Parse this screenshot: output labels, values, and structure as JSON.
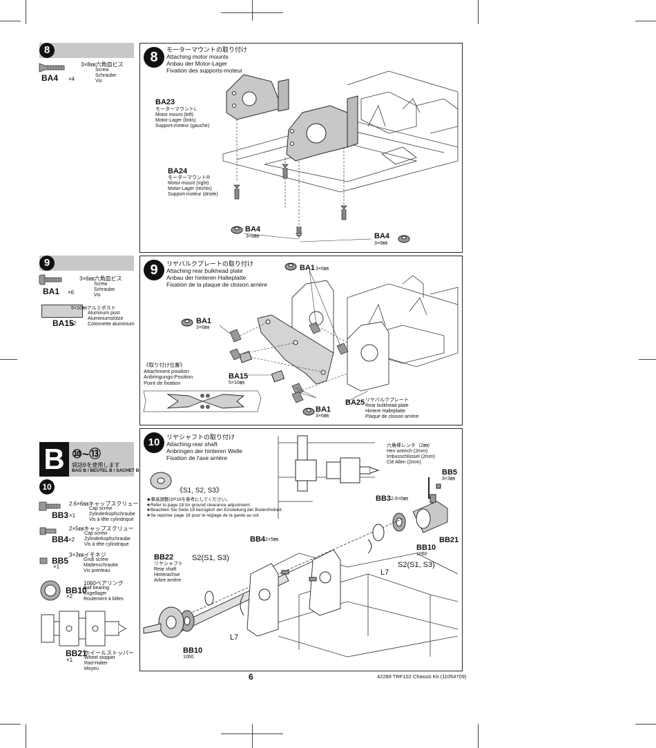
{
  "page_number": "6",
  "footer": "42289  TRF102 Chassis Kit  (11054709)",
  "step8": {
    "number": "8",
    "part_code": "BA4",
    "part_qty": "×4",
    "part_size_jp": "3×8㎜六角皿ビス",
    "part_names": [
      "Screw",
      "Schraube",
      "Vis"
    ],
    "title_jp": "モーターマウントの取り付け",
    "title_lines": [
      "Attaching motor mounts",
      "Anbau der Motor-Lager",
      "Fixation des supports-moteur"
    ],
    "ba23": {
      "code": "BA23",
      "jp": "モーターマウントL",
      "lines": [
        "Motor mount (left)",
        "Motor-Lager (links)",
        "Support-moteur (gauche)"
      ]
    },
    "ba24": {
      "code": "BA24",
      "jp": "モーターマウントR",
      "lines": [
        "Motor mount (right)",
        "Motor-Lager (rechts)",
        "Support-moteur (droite)"
      ]
    },
    "callouts": [
      {
        "code": "BA4",
        "size": "3×8㎜"
      },
      {
        "code": "BA4",
        "size": "3×8㎜"
      }
    ]
  },
  "step9": {
    "number": "9",
    "part1_code": "BA1",
    "part1_qty": "×6",
    "part1_size_jp": "3×6㎜六角皿ビス",
    "part1_names": [
      "Screw",
      "Schraube",
      "Vis"
    ],
    "part2_code": "BA15",
    "part2_qty": "×2",
    "part2_size_jp": "5×10㎜アルミポスト",
    "part2_names": [
      "Aluminum post",
      "Aluminiumstütze",
      "Colonnette aluminium"
    ],
    "title_jp": "リヤバルクプレートの取り付け",
    "title_lines": [
      "Attaching rear bulkhead plate",
      "Anbau der hinteren Halteplatte",
      "Fixation de la plaque de cloison arrière"
    ],
    "attach_jp": "《取り付け位置》",
    "attach_lines": [
      "Attachment position",
      "Anbringungs-Position",
      "Point de fixation"
    ],
    "callout_ba1_top": {
      "code": "BA1",
      "size": "3×6㎜"
    },
    "callout_ba1_left": {
      "code": "BA1",
      "size": "3×6㎜"
    },
    "callout_ba15": {
      "code": "BA15",
      "size": "5×10㎜"
    },
    "callout_ba1_bottom": {
      "code": "BA1",
      "size": "3×6㎜"
    },
    "ba25": {
      "code": "BA25",
      "jp": "リヤバルクプレート",
      "lines": [
        "Rear bulkhead plate",
        "Hintere Halteplatte",
        "Plaque de cloison arrière"
      ]
    }
  },
  "bag_b": {
    "letter": "B",
    "steps": "⑩~⑬",
    "jp": "袋詰Bを使用します",
    "en": "BAG B / BEUTEL B / SACHET B"
  },
  "step10": {
    "number": "10",
    "title_jp": "リヤシャフトの取り付け",
    "title_lines": [
      "Attaching rear shaft",
      "Anbringen der hinteren Welle",
      "Fixation de l'axe arrière"
    ],
    "parts": [
      {
        "code": "BB3",
        "qty": "×1",
        "jp": "2.6×6㎜キャップスクリュー",
        "names": [
          "Cap screw",
          "Zylinderkopfschraube",
          "Vis à tête cylindrique"
        ]
      },
      {
        "code": "BB4",
        "qty": "×2",
        "jp": "2×5㎜キャップスクリュー",
        "names": [
          "Cap screw",
          "Zylinderkopfschraube",
          "Vis à tête cylindrique"
        ]
      },
      {
        "code": "BB5",
        "qty": "×1",
        "jp": "3×3㎜イモネジ",
        "names": [
          "Grub screw",
          "Madenschraube",
          "Vis pointeau"
        ]
      },
      {
        "code": "BB10",
        "qty": "×2",
        "jp": "1060ベアリング",
        "names": [
          "Ball bearing",
          "Kugellager",
          "Roulement à billes"
        ]
      },
      {
        "code": "BB21",
        "qty": "×1",
        "jp": "ホイールストッパー",
        "names": [
          "Wheel stopper",
          "Rad-Halter",
          "Moyeu"
        ]
      }
    ],
    "spacer_label": "《S1, S2, S3》",
    "notes": [
      "★車高調整はP18を参考にしてください。",
      "★Refer to page 18 for ground clearance adjustment.",
      "★Beachten Sie Seite 18 bezüglich der Einstellung der Bodenfreiheit.",
      "★Se reporter page 18 pour le réglage de la garde au sol."
    ],
    "wrench": {
      "jp": "六角棒レンチ（2㎜）",
      "lines": [
        "Hex wrench (2mm)",
        "Imbusschlüssel (2mm)",
        "Clé Allen (2mm)"
      ]
    },
    "callout_bb5": {
      "code": "BB5",
      "size": "3×3㎜"
    },
    "callout_bb3": {
      "code": "BB3",
      "size": "2.6×6㎜"
    },
    "callout_bb21": "BB21",
    "callout_bb10_right": {
      "code": "BB10",
      "size": "1060"
    },
    "callout_bb4": {
      "code": "BB4",
      "size": "2×5㎜"
    },
    "callout_l7_right": "L7",
    "callout_s2_right": "S2(S1, S3)",
    "callout_bb22": {
      "code": "BB22",
      "jp": "リヤシャフト",
      "lines": [
        "Rear shaft",
        "Hinterachse",
        "Arbre arrière"
      ]
    },
    "callout_s2_left": "S2(S1, S3)",
    "callout_l7_left": "L7",
    "callout_bb10_left": {
      "code": "BB10",
      "size": "1060"
    }
  }
}
